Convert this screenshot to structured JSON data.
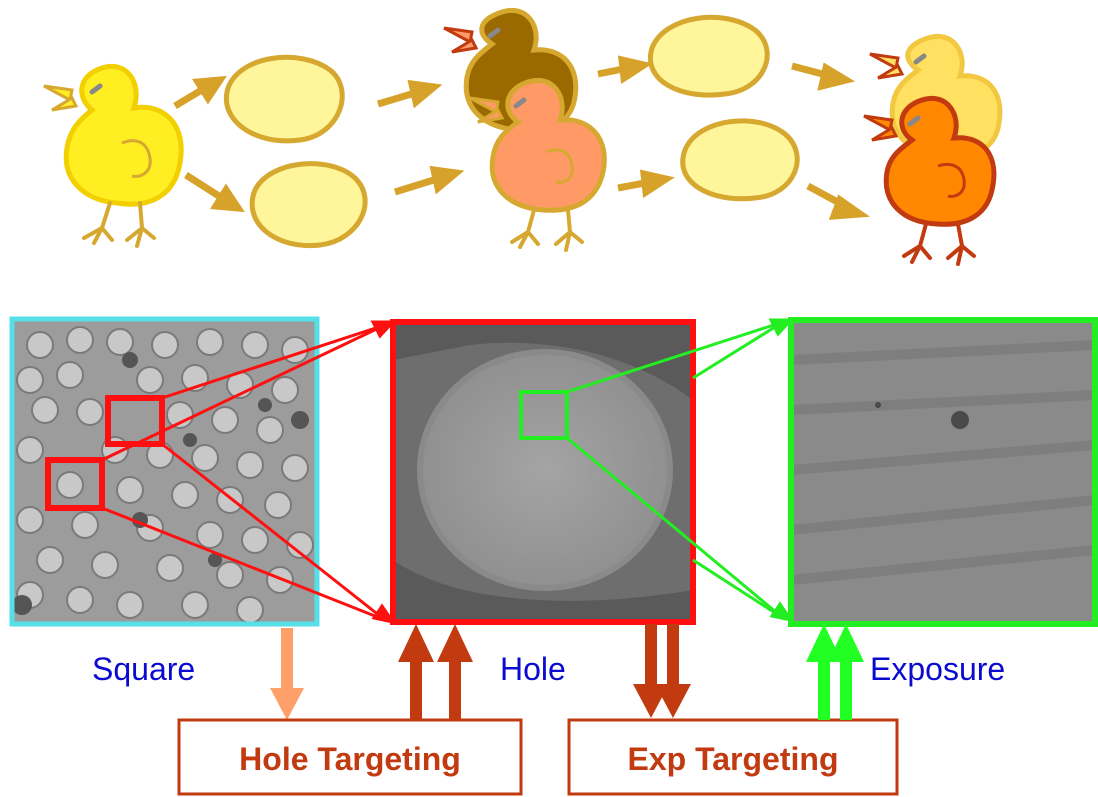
{
  "labels": {
    "square": "Square",
    "hole": "Hole",
    "exposure": "Exposure",
    "hole_targeting": "Hole Targeting",
    "exp_targeting": "Exp Targeting"
  },
  "colors": {
    "panel_square_border": "#55e0e8",
    "panel_hole_border": "#ff1010",
    "panel_exposure_border": "#22ee22",
    "label_blue": "#0a0ad0",
    "box_brown": "#c23a10",
    "arrow_salmon": "#ffa06a",
    "arrow_green": "#22ff22",
    "chick_yellow": "#ffee22",
    "chick_brown": "#9a6a00",
    "chick_salmon": "#ff9a66",
    "chick_pale": "#ffe060",
    "chick_orange": "#ff8800",
    "egg_fill": "#fff59a",
    "egg_stroke": "#d6a830",
    "flow_arrow": "#d6a22a"
  },
  "icons": {
    "chick": "chick-icon",
    "egg": "egg-icon"
  }
}
